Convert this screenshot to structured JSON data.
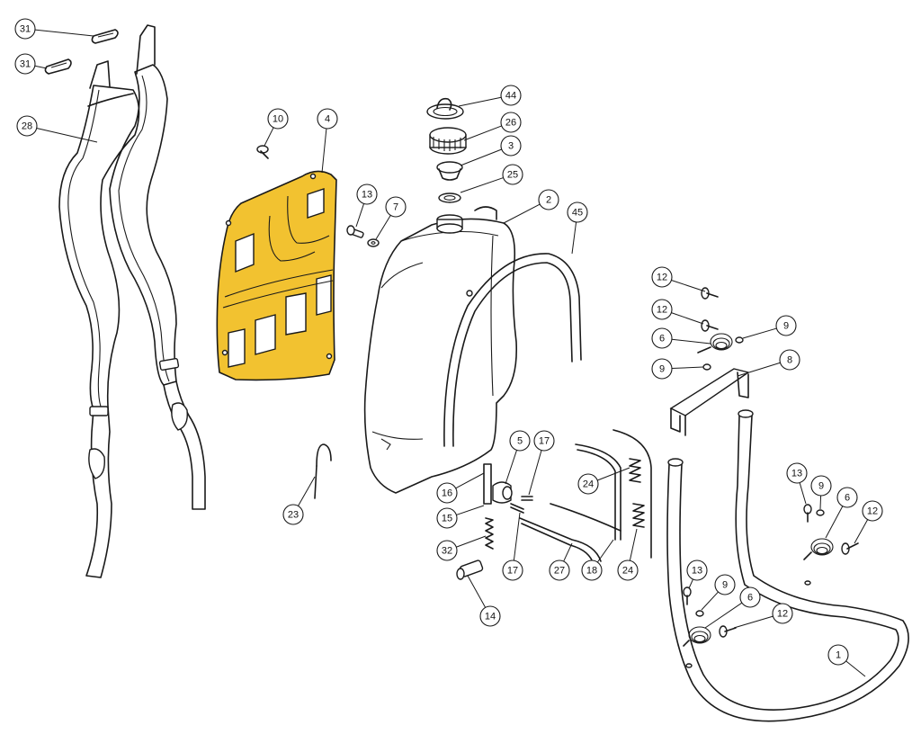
{
  "colors": {
    "highlight": "#F2C230",
    "line": "#1a1a1a",
    "background": "#ffffff"
  },
  "highlighted_part": "4",
  "callouts": [
    {
      "id": "c31a",
      "label": "31"
    },
    {
      "id": "c31b",
      "label": "31"
    },
    {
      "id": "c28",
      "label": "28"
    },
    {
      "id": "c10",
      "label": "10"
    },
    {
      "id": "c4",
      "label": "4"
    },
    {
      "id": "c13a",
      "label": "13"
    },
    {
      "id": "c7",
      "label": "7"
    },
    {
      "id": "c44",
      "label": "44"
    },
    {
      "id": "c26",
      "label": "26"
    },
    {
      "id": "c3",
      "label": "3"
    },
    {
      "id": "c25",
      "label": "25"
    },
    {
      "id": "c2",
      "label": "2"
    },
    {
      "id": "c45",
      "label": "45"
    },
    {
      "id": "c12a",
      "label": "12"
    },
    {
      "id": "c12b",
      "label": "12"
    },
    {
      "id": "c9a",
      "label": "9"
    },
    {
      "id": "c6a",
      "label": "6"
    },
    {
      "id": "c9b",
      "label": "9"
    },
    {
      "id": "c8",
      "label": "8"
    },
    {
      "id": "c5",
      "label": "5"
    },
    {
      "id": "c17a",
      "label": "17"
    },
    {
      "id": "c16",
      "label": "16"
    },
    {
      "id": "c24a",
      "label": "24"
    },
    {
      "id": "c15",
      "label": "15"
    },
    {
      "id": "c23",
      "label": "23"
    },
    {
      "id": "c32",
      "label": "32"
    },
    {
      "id": "c17b",
      "label": "17"
    },
    {
      "id": "c27",
      "label": "27"
    },
    {
      "id": "c18",
      "label": "18"
    },
    {
      "id": "c24b",
      "label": "24"
    },
    {
      "id": "c14",
      "label": "14"
    },
    {
      "id": "c13b",
      "label": "13"
    },
    {
      "id": "c9c",
      "label": "9"
    },
    {
      "id": "c6b",
      "label": "6"
    },
    {
      "id": "c12c",
      "label": "12"
    },
    {
      "id": "c13c",
      "label": "13"
    },
    {
      "id": "c9d",
      "label": "9"
    },
    {
      "id": "c6c",
      "label": "6"
    },
    {
      "id": "c12d",
      "label": "12"
    },
    {
      "id": "c1",
      "label": "1"
    }
  ]
}
